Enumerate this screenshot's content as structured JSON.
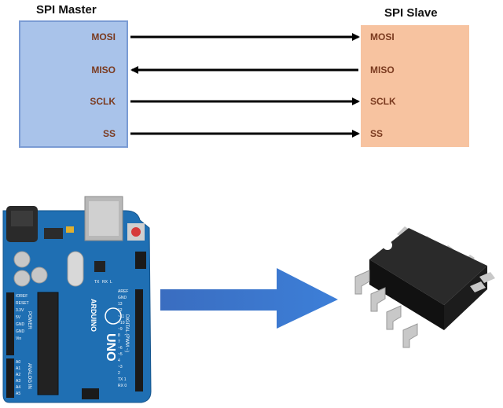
{
  "master": {
    "title": "SPI Master",
    "pins": [
      "MOSI",
      "MISO",
      "SCLK",
      "SS"
    ],
    "color": "#a9c3ea"
  },
  "slave": {
    "title": "SPI Slave",
    "pins": [
      "MOSI",
      "MISO",
      "SCLK",
      "SS"
    ],
    "color": "#f7c3a0"
  },
  "signals": [
    {
      "name": "MOSI",
      "direction": "master-to-slave"
    },
    {
      "name": "MISO",
      "direction": "slave-to-master"
    },
    {
      "name": "SCLK",
      "direction": "master-to-slave"
    },
    {
      "name": "SS",
      "direction": "master-to-slave"
    }
  ],
  "board": {
    "brand": "ARDUINO",
    "model": "UNO",
    "header_left": [
      "IOREF",
      "RESET",
      "3.3V",
      "5V",
      "GND",
      "GND",
      "Vin"
    ],
    "analog_pins": [
      "A0",
      "A1",
      "A2",
      "A3",
      "A4",
      "A5"
    ],
    "power_label": "POWER",
    "analog_label": "ANALOG IN",
    "digital_label": "DIGITAL (PWM ~)",
    "header_right": [
      "AREF",
      "GND",
      "13",
      "12",
      "~11",
      "~10",
      "~9",
      "8",
      "7",
      "~6",
      "~5",
      "4",
      "~3",
      "2",
      "TX 1",
      "RX 0"
    ],
    "led_labels": [
      "TX",
      "RX",
      "L"
    ]
  },
  "arrow_color": "#3d74c9"
}
